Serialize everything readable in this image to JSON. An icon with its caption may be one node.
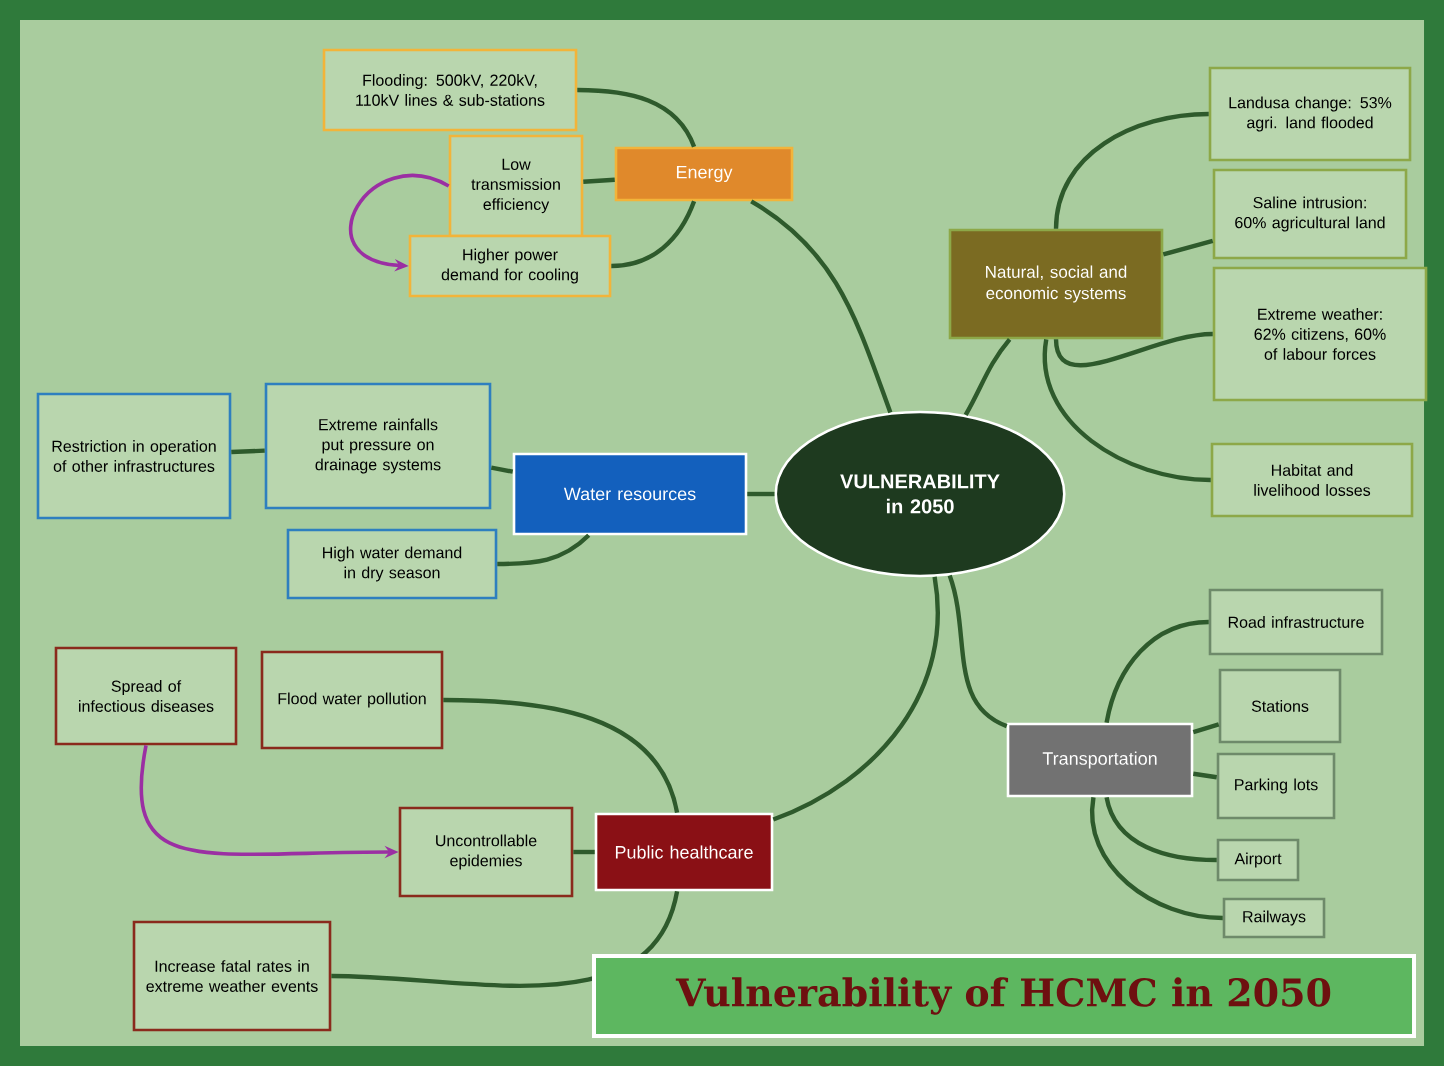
{
  "diagram": {
    "title": "Vulnerability of HCMC in 2050",
    "nodes": [
      {
        "text": [
          "VULNERABILITY in 2050"
        ]
      },
      {
        "text": [
          "Energy"
        ]
      },
      {
        "text": [
          "Flooding: 500kV, 220kV, 110kV lines & sub-stations"
        ]
      },
      {
        "text": [
          "Low transmission efficiency"
        ]
      },
      {
        "text": [
          "Higher power demand for cooling"
        ]
      },
      {
        "text": [
          "Natural, social and economic systems"
        ]
      },
      {
        "text": [
          "Landusa change: 53% agri. land flooded"
        ]
      },
      {
        "text": [
          "Saline intrusion: 60% agricultural land"
        ]
      },
      {
        "text": [
          "Extreme weather: 62% citizens, 60% of labour forces"
        ]
      },
      {
        "text": [
          "Habitat and livelihood losses"
        ]
      },
      {
        "text": [
          "Water resources"
        ]
      },
      {
        "text": [
          "Extreme rainfalls put pressure on drainage systems"
        ]
      },
      {
        "text": [
          "Restriction in operation of other infrastructures"
        ]
      },
      {
        "text": [
          "High water demand in dry season"
        ]
      },
      {
        "text": [
          "Spread of infectious diseases"
        ]
      },
      {
        "text": [
          "Flood water pollution"
        ]
      },
      {
        "text": [
          "Uncontrollable epidemies"
        ]
      },
      {
        "text": [
          "Public healthcare"
        ]
      },
      {
        "text": [
          "Increase fatal rates in extreme weather events"
        ]
      },
      {
        "text": [
          "Transportation"
        ]
      },
      {
        "text": [
          "Road infrastructure"
        ]
      },
      {
        "text": [
          "Stations"
        ]
      },
      {
        "text": [
          "Parking lots"
        ]
      },
      {
        "text": [
          "Airport"
        ]
      },
      {
        "text": [
          "Railways"
        ]
      }
    ],
    "edges": [
      {
        "from": 0,
        "to": 1,
        "arrow": "none"
      },
      {
        "from": 0,
        "to": 5,
        "arrow": "none"
      },
      {
        "from": 0,
        "to": 10,
        "arrow": "none"
      },
      {
        "from": 0,
        "to": 17,
        "arrow": "none"
      },
      {
        "from": 0,
        "to": 19,
        "arrow": "none"
      },
      {
        "from": 1,
        "to": 2,
        "arrow": "none"
      },
      {
        "from": 1,
        "to": 3,
        "arrow": "none"
      },
      {
        "from": 1,
        "to": 4,
        "arrow": "none"
      },
      {
        "from": 3,
        "to": 4,
        "arrow": "to",
        "color": "#9b2fa3"
      },
      {
        "from": 5,
        "to": 6,
        "arrow": "none"
      },
      {
        "from": 5,
        "to": 7,
        "arrow": "none"
      },
      {
        "from": 5,
        "to": 8,
        "arrow": "none"
      },
      {
        "from": 5,
        "to": 9,
        "arrow": "none"
      },
      {
        "from": 10,
        "to": 11,
        "arrow": "none"
      },
      {
        "from": 10,
        "to": 13,
        "arrow": "none"
      },
      {
        "from": 11,
        "to": 12,
        "arrow": "none"
      },
      {
        "from": 17,
        "to": 15,
        "arrow": "none"
      },
      {
        "from": 17,
        "to": 16,
        "arrow": "none"
      },
      {
        "from": 17,
        "to": 18,
        "arrow": "none"
      },
      {
        "from": 14,
        "to": 16,
        "arrow": "to",
        "color": "#9b2fa3"
      },
      {
        "from": 19,
        "to": 20,
        "arrow": "none"
      },
      {
        "from": 19,
        "to": 21,
        "arrow": "none"
      },
      {
        "from": 19,
        "to": 22,
        "arrow": "none"
      },
      {
        "from": 19,
        "to": 23,
        "arrow": "none"
      },
      {
        "from": 19,
        "to": 24,
        "arrow": "none"
      }
    ]
  }
}
